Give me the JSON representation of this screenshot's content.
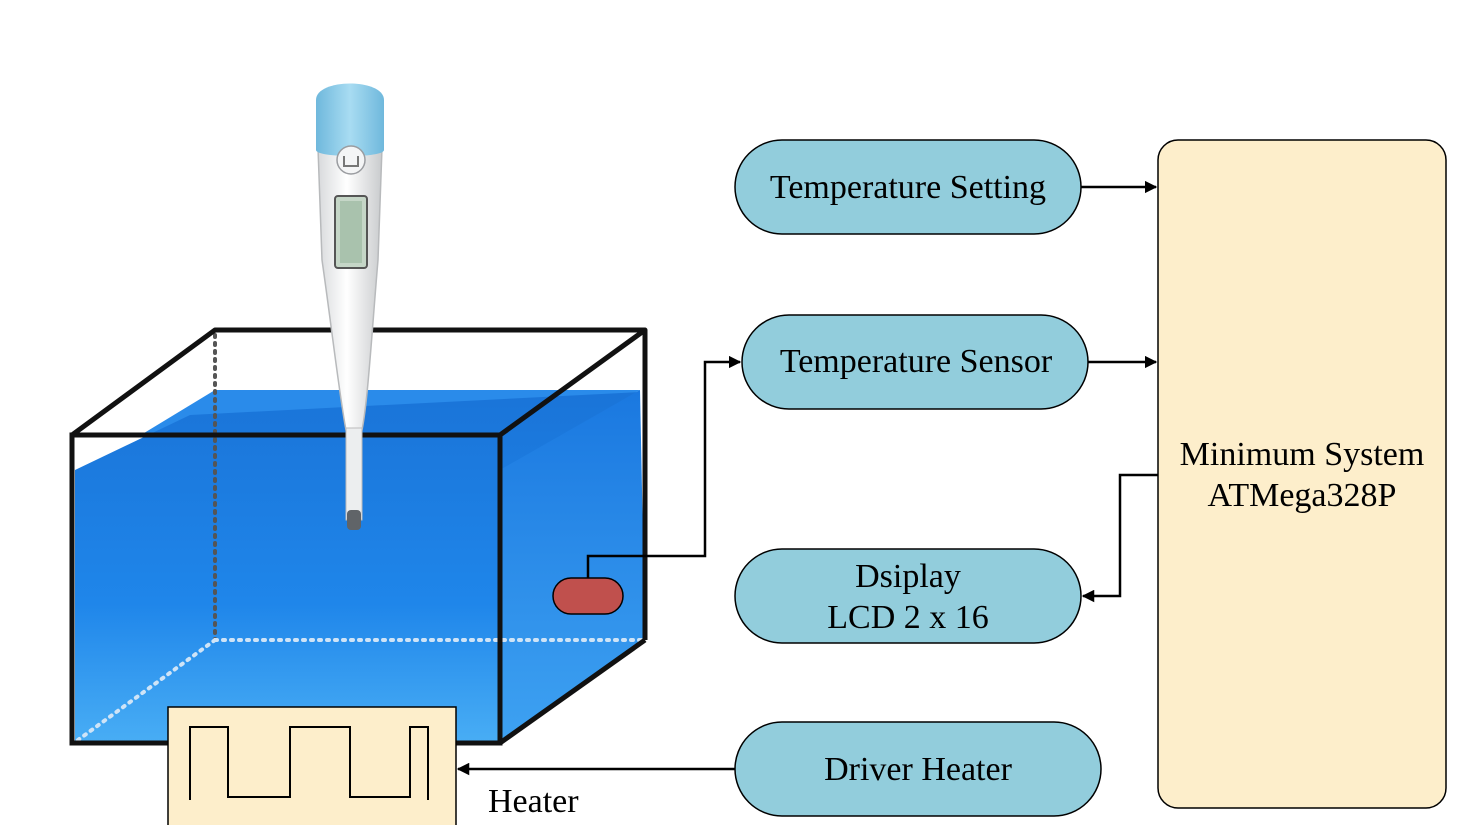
{
  "blocks": {
    "temp_setting": "Temperature Setting",
    "temp_sensor": "Temperature Sensor",
    "display_line1": "Dsiplay",
    "display_line2": "LCD 2 x 16",
    "driver_heater": "Driver Heater",
    "mcu_line1": "Minimum System",
    "mcu_line2": "ATMega328P"
  },
  "labels": {
    "heater": "Heater"
  },
  "colors": {
    "block_fill": "#92cddc",
    "mcu_fill": "#fdeecb",
    "heater_fill": "#fdeecb",
    "water": "#1e7fe0",
    "sensor_probe": "#c0504d"
  },
  "icons": {
    "thermometer": "digital-thermometer-icon"
  }
}
